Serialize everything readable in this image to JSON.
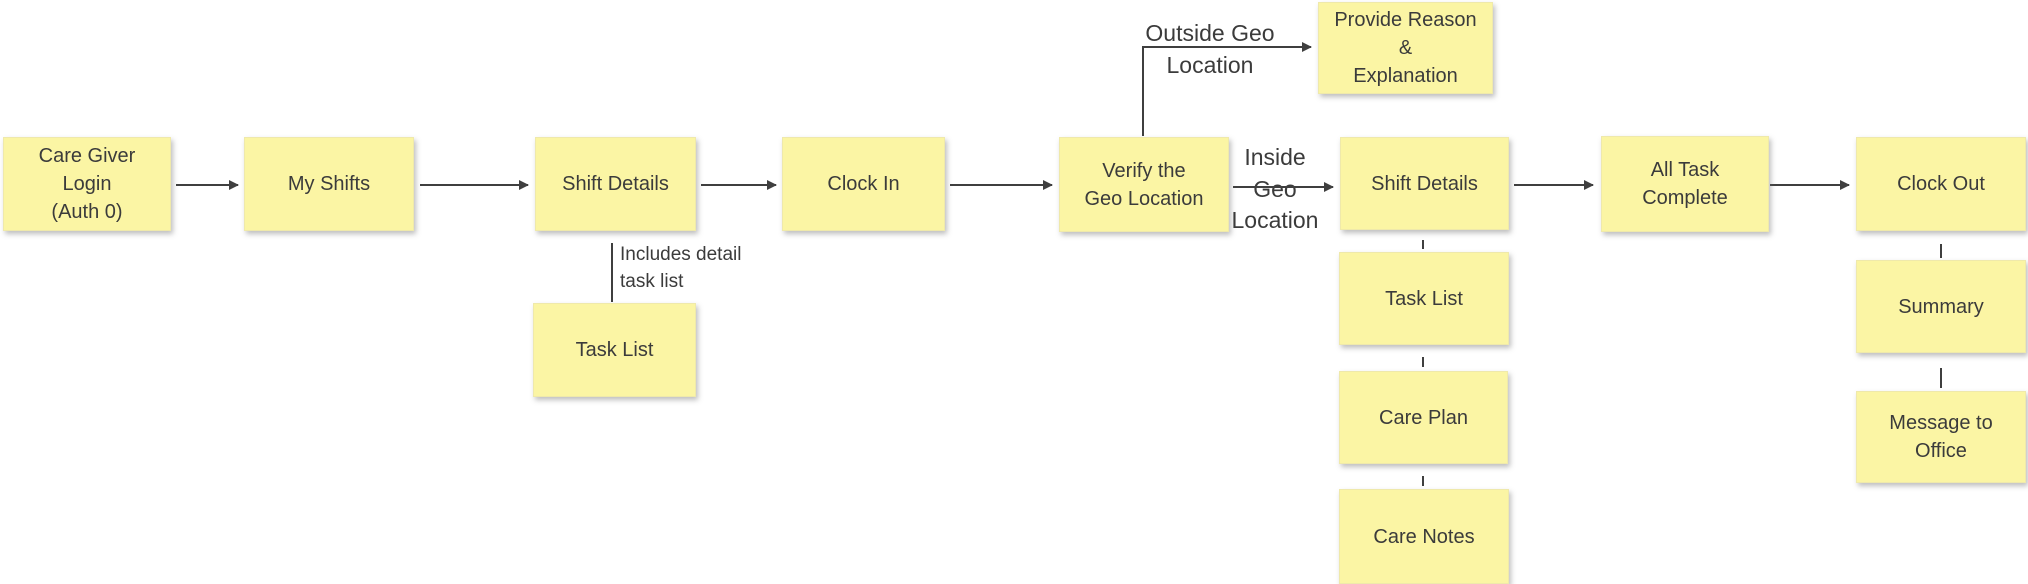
{
  "diagram": {
    "background": "#ffffff",
    "note_fill": "#fbf5a4",
    "note_border": "#efe9ab",
    "text_color": "#3b3b3b",
    "line_color": "#3f3f3f"
  },
  "nodes": [
    {
      "id": "care-giver-login",
      "label": "Care Giver\nLogin\n(Auth 0)"
    },
    {
      "id": "my-shifts",
      "label": "My Shifts"
    },
    {
      "id": "shift-details-1",
      "label": "Shift Details"
    },
    {
      "id": "task-list-1",
      "label": "Task List"
    },
    {
      "id": "clock-in",
      "label": "Clock In"
    },
    {
      "id": "verify-geo-location",
      "label": "Verify the\nGeo Location"
    },
    {
      "id": "provide-reason-explanation",
      "label": "Provide Reason\n&\nExplanation"
    },
    {
      "id": "shift-details-2",
      "label": "Shift Details"
    },
    {
      "id": "task-list-2",
      "label": "Task List"
    },
    {
      "id": "care-plan",
      "label": "Care Plan"
    },
    {
      "id": "care-notes",
      "label": "Care Notes"
    },
    {
      "id": "all-task-complete",
      "label": "All Task\nComplete"
    },
    {
      "id": "clock-out",
      "label": "Clock Out"
    },
    {
      "id": "summary",
      "label": "Summary"
    },
    {
      "id": "message-to-office",
      "label": "Message to\nOffice"
    }
  ],
  "edge_labels": [
    {
      "id": "outside-geo-location",
      "text": "Outside Geo\nLocation"
    },
    {
      "id": "inside-geo-location",
      "text": "Inside\nGeo\nLocation"
    },
    {
      "id": "includes-detail-task-list",
      "text": "Includes detail\ntask list"
    }
  ]
}
